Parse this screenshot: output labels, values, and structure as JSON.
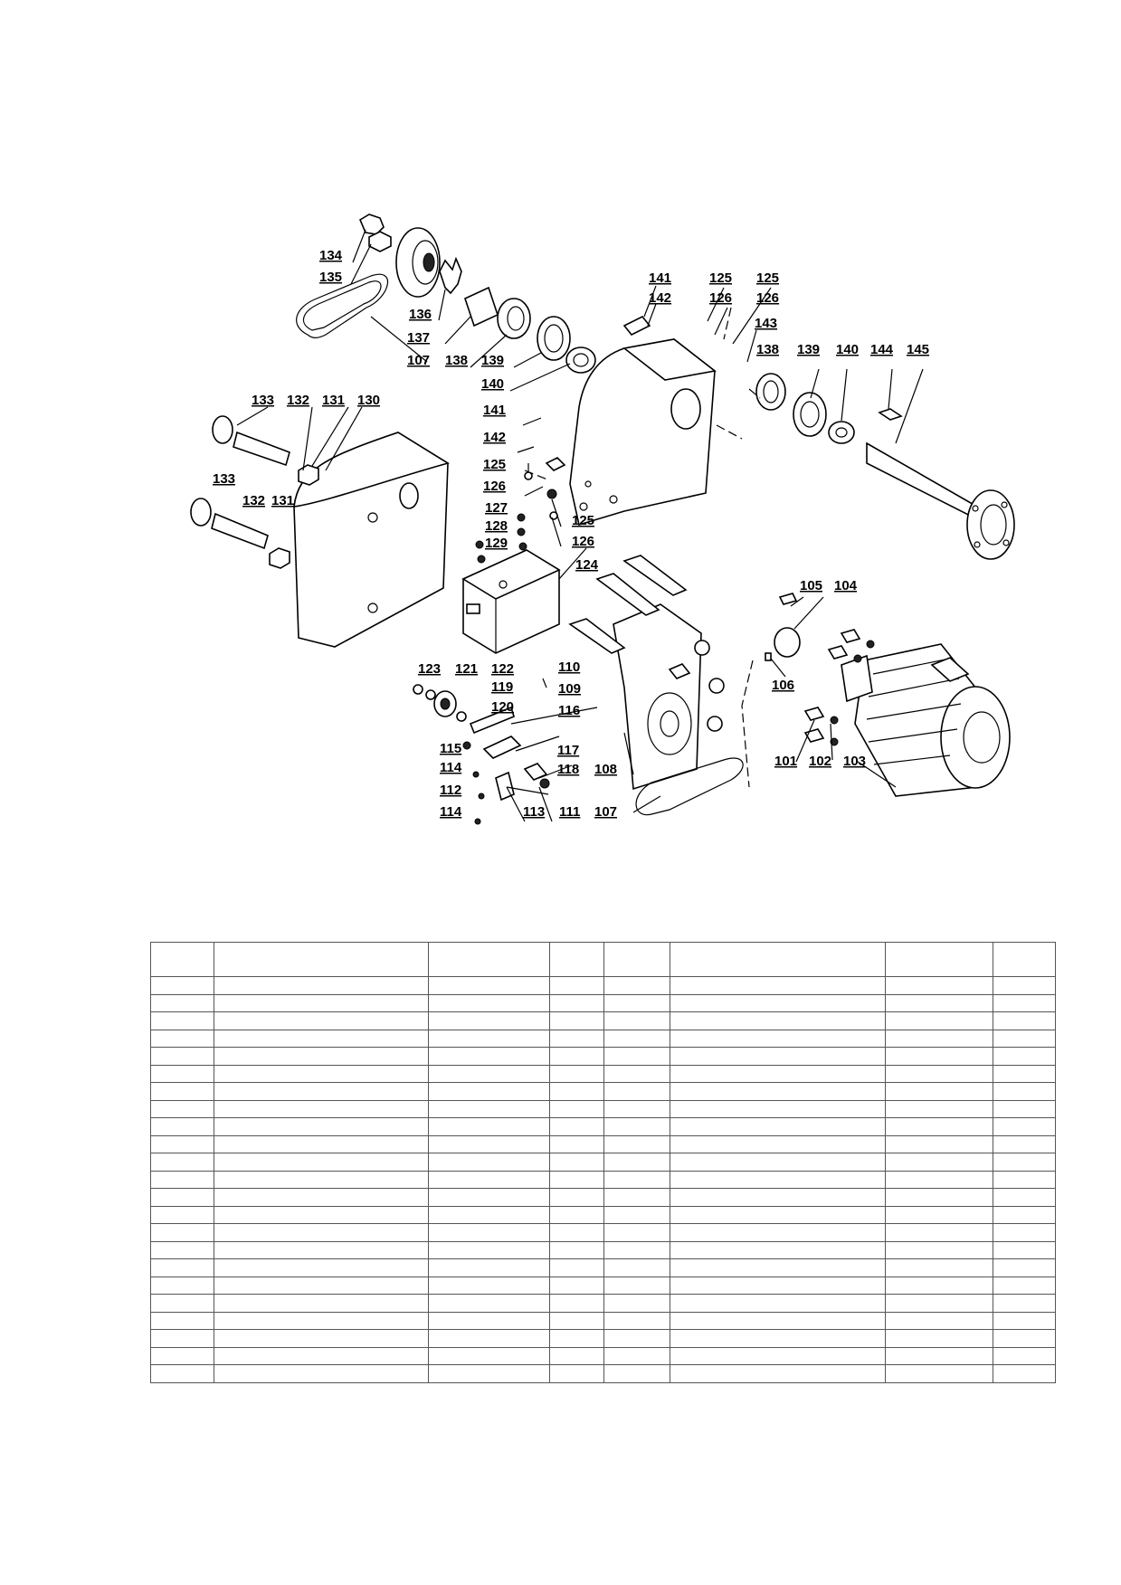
{
  "diagram": {
    "callouts": [
      {
        "id": "c134",
        "label": "134"
      },
      {
        "id": "c135",
        "label": "135"
      },
      {
        "id": "c136",
        "label": "136"
      },
      {
        "id": "c137",
        "label": "137"
      },
      {
        "id": "c107a",
        "label": "107"
      },
      {
        "id": "c138a",
        "label": "138"
      },
      {
        "id": "c139a",
        "label": "139"
      },
      {
        "id": "c140a",
        "label": "140"
      },
      {
        "id": "c141a",
        "label": "141"
      },
      {
        "id": "c142a",
        "label": "142"
      },
      {
        "id": "c125a",
        "label": "125"
      },
      {
        "id": "c126a",
        "label": "126"
      },
      {
        "id": "c125b",
        "label": "125"
      },
      {
        "id": "c126b",
        "label": "126"
      },
      {
        "id": "c143",
        "label": "143"
      },
      {
        "id": "c138b",
        "label": "138"
      },
      {
        "id": "c139b",
        "label": "139"
      },
      {
        "id": "c140b",
        "label": "140"
      },
      {
        "id": "c144",
        "label": "144"
      },
      {
        "id": "c145",
        "label": "145"
      },
      {
        "id": "c133a",
        "label": "133"
      },
      {
        "id": "c132a",
        "label": "132"
      },
      {
        "id": "c131a",
        "label": "131"
      },
      {
        "id": "c130",
        "label": "130"
      },
      {
        "id": "c141b",
        "label": "141"
      },
      {
        "id": "c142b",
        "label": "142"
      },
      {
        "id": "c125c",
        "label": "125"
      },
      {
        "id": "c126c",
        "label": "126"
      },
      {
        "id": "c133b",
        "label": "133"
      },
      {
        "id": "c132b",
        "label": "132"
      },
      {
        "id": "c131b",
        "label": "131"
      },
      {
        "id": "c127",
        "label": "127"
      },
      {
        "id": "c128",
        "label": "128"
      },
      {
        "id": "c129",
        "label": "129"
      },
      {
        "id": "c125d",
        "label": "125"
      },
      {
        "id": "c126d",
        "label": "126"
      },
      {
        "id": "c124",
        "label": "124"
      },
      {
        "id": "c105",
        "label": "105"
      },
      {
        "id": "c104",
        "label": "104"
      },
      {
        "id": "c123",
        "label": "123"
      },
      {
        "id": "c121",
        "label": "121"
      },
      {
        "id": "c122",
        "label": "122"
      },
      {
        "id": "c119",
        "label": "119"
      },
      {
        "id": "c110",
        "label": "110"
      },
      {
        "id": "c120",
        "label": "120"
      },
      {
        "id": "c109",
        "label": "109"
      },
      {
        "id": "c106",
        "label": "106"
      },
      {
        "id": "c116",
        "label": "116"
      },
      {
        "id": "c115",
        "label": "115"
      },
      {
        "id": "c117",
        "label": "117"
      },
      {
        "id": "c114a",
        "label": "114"
      },
      {
        "id": "c118",
        "label": "118"
      },
      {
        "id": "c108",
        "label": "108"
      },
      {
        "id": "c101",
        "label": "101"
      },
      {
        "id": "c102",
        "label": "102"
      },
      {
        "id": "c103",
        "label": "103"
      },
      {
        "id": "c112",
        "label": "112"
      },
      {
        "id": "c114b",
        "label": "114"
      },
      {
        "id": "c113",
        "label": "113"
      },
      {
        "id": "c111",
        "label": "111"
      },
      {
        "id": "c107b",
        "label": "107"
      }
    ]
  },
  "table": {
    "columns": 8,
    "body_rows": 23
  }
}
